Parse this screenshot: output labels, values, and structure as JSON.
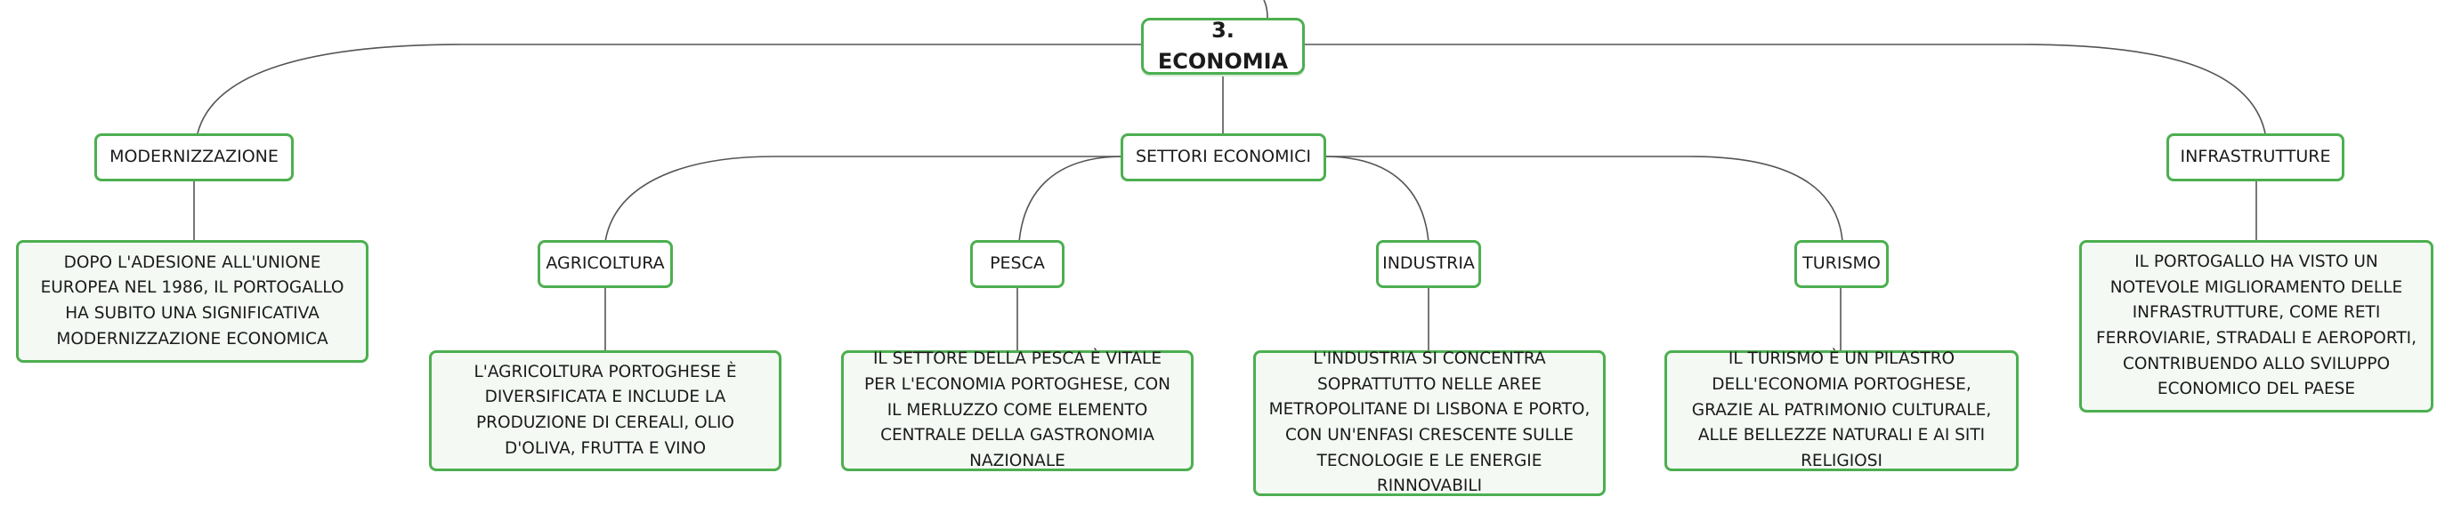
{
  "root": {
    "label": "3. ECONOMIA"
  },
  "branches": {
    "modernizzazione": {
      "label": "MODERNIZZAZIONE",
      "detail": "DOPO L'ADESIONE ALL'UNIONE EUROPEA NEL 1986, IL PORTOGALLO HA SUBITO UNA SIGNIFICATIVA MODERNIZZAZIONE ECONOMICA"
    },
    "settori": {
      "label": "SETTORI ECONOMICI",
      "children": {
        "agricoltura": {
          "label": "AGRICOLTURA",
          "detail": "L'AGRICOLTURA PORTOGHESE È DIVERSIFICATA E INCLUDE LA PRODUZIONE DI CEREALI, OLIO D'OLIVA, FRUTTA E VINO"
        },
        "pesca": {
          "label": "PESCA",
          "detail": "IL SETTORE DELLA PESCA È VITALE PER L'ECONOMIA PORTOGHESE, CON IL MERLUZZO COME ELEMENTO CENTRALE DELLA GASTRONOMIA NAZIONALE"
        },
        "industria": {
          "label": "INDUSTRIA",
          "detail": "L'INDUSTRIA SI CONCENTRA SOPRATTUTTO NELLE AREE METROPOLITANE DI LISBONA E PORTO, CON UN'ENFASI CRESCENTE SULLE TECNOLOGIE E LE ENERGIE RINNOVABILI"
        },
        "turismo": {
          "label": "TURISMO",
          "detail": "IL TURISMO È UN PILASTRO DELL'ECONOMIA PORTOGHESE, GRAZIE AL PATRIMONIO CULTURALE, ALLE BELLEZZE NATURALI E AI SITI RELIGIOSI"
        }
      }
    },
    "infrastrutture": {
      "label": "INFRASTRUTTURE",
      "detail": "IL PORTOGALLO HA VISTO UN NOTEVOLE MIGLIORAMENTO DELLE INFRASTRUTTURE, COME RETI FERROVIARIE, STRADALI E AEROPORTI, CONTRIBUENDO ALLO SVILUPPO ECONOMICO DEL PAESE"
    }
  },
  "colors": {
    "node_border": "#4caf50",
    "detail_fill": "#f4f9f4",
    "connector": "#555555"
  }
}
